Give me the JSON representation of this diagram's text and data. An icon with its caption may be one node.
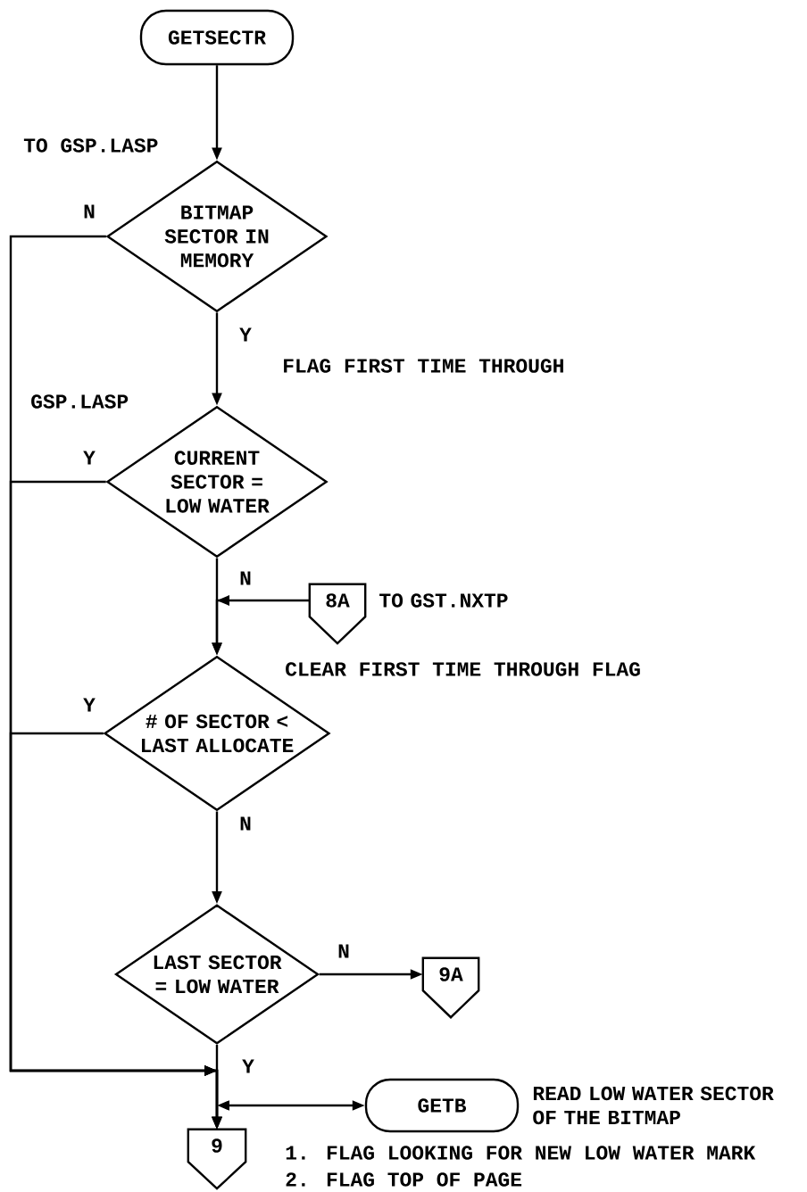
{
  "diagram": {
    "nodes": [
      {
        "text": [
          "GETSECTR"
        ]
      },
      {
        "text": [
          "BITMAP SECTOR IN MEMORY"
        ]
      },
      {
        "text": [
          "CURRENT SECTOR = LOW WATER"
        ]
      },
      {
        "text": [
          "8A"
        ],
        "beside": [
          "TO GST.NXTP"
        ]
      },
      {
        "text": [
          "# OF SECTOR < LAST ALLOCATE"
        ]
      },
      {
        "text": [
          "LAST SECTOR = LOW WATER"
        ]
      },
      {
        "text": [
          "9A"
        ]
      },
      {
        "text": [
          "GETB"
        ],
        "beside": [
          "READ LOW WATER SECTOR OF THE BITMAP"
        ]
      },
      {
        "text": [
          "9"
        ]
      }
    ],
    "edges": [
      {
        "from": 0,
        "to": 1,
        "arrow": "to"
      },
      {
        "from": 1,
        "to": 2,
        "arrow": "to",
        "label": "Y"
      },
      {
        "from": 1,
        "to": 8,
        "arrow": "to",
        "label": "N"
      },
      {
        "from": 2,
        "to": 8,
        "arrow": "to",
        "label": "Y"
      },
      {
        "from": 2,
        "to": 4,
        "arrow": "to",
        "label": "N"
      },
      {
        "from": 3,
        "to": 4,
        "arrow": "to"
      },
      {
        "from": 4,
        "to": 8,
        "arrow": "to",
        "label": "Y"
      },
      {
        "from": 4,
        "to": 5,
        "arrow": "to",
        "label": "N"
      },
      {
        "from": 5,
        "to": 6,
        "arrow": "to",
        "label": "N"
      },
      {
        "from": 5,
        "to": 8,
        "arrow": "to",
        "label": "Y"
      },
      {
        "from": null,
        "to": 7,
        "arrow": "both"
      }
    ],
    "labels": [
      "TO GSP.LASP",
      "FLAG FIRST TIME THROUGH",
      "GSP.LASP",
      "CLEAR FIRST TIME THROUGH FLAG",
      "1. FLAG LOOKING FOR NEW LOW WATER MARK",
      "2. FLAG TOP OF PAGE"
    ]
  }
}
